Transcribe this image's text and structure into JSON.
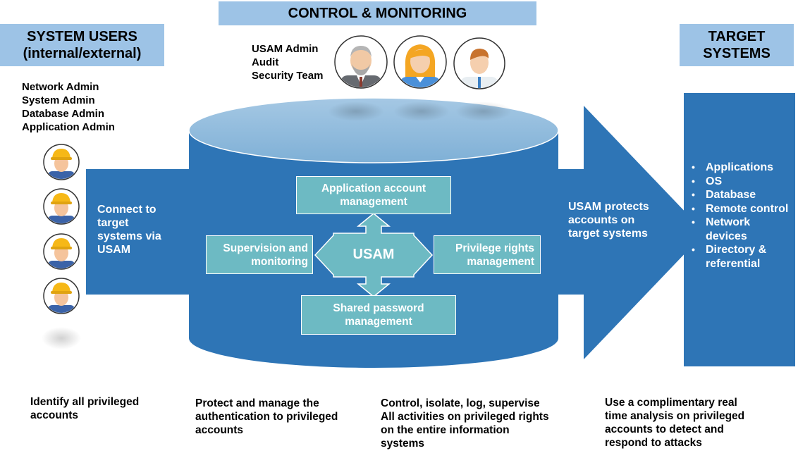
{
  "headers": {
    "system_users": [
      "SYSTEM USERS",
      "(internal/external)"
    ],
    "control_monitoring": "CONTROL & MONITORING",
    "target_systems": [
      "TARGET",
      "SYSTEMS"
    ]
  },
  "controllers": [
    "USAM Admin",
    "Audit",
    "Security Team"
  ],
  "user_roles": [
    "Network Admin",
    "System Admin",
    "Database Admin",
    "Application Admin"
  ],
  "connect_text": [
    "Connect to",
    "target",
    "systems via",
    "USAM"
  ],
  "protect_text": [
    "USAM protects",
    "accounts on",
    "target systems"
  ],
  "center": {
    "label": "USAM",
    "top_box": [
      "Application account",
      "management"
    ],
    "left_box": [
      "Supervision and",
      "monitoring"
    ],
    "right_box": [
      "Privilege rights",
      "management"
    ],
    "bottom_box": [
      "Shared password",
      "management"
    ]
  },
  "targets": [
    "Applications",
    "OS",
    "Database",
    "Remote control",
    "Network devices",
    "Directory & referential"
  ],
  "captions": {
    "c1": [
      "Identify all privileged",
      "accounts"
    ],
    "c2": [
      "Protect and manage the",
      "authentication to privileged",
      "accounts"
    ],
    "c3": [
      "Control, isolate, log, supervise",
      "All activities on privileged rights",
      "on the entire information",
      "systems"
    ],
    "c4": [
      "Use a complimentary real",
      "time analysis on privileged",
      "accounts to detect and",
      "respond to attacks"
    ]
  },
  "colors": {
    "header_bg": "#9dc3e6",
    "dark_blue": "#2e75b6",
    "cylinder_top": "#8fb8d9",
    "teal_box": "#6dbac3"
  },
  "icons": {
    "worker": "worker-avatar-icon",
    "old_man": "older-man-avatar-icon",
    "woman": "woman-avatar-icon",
    "young_man": "young-man-avatar-icon"
  }
}
